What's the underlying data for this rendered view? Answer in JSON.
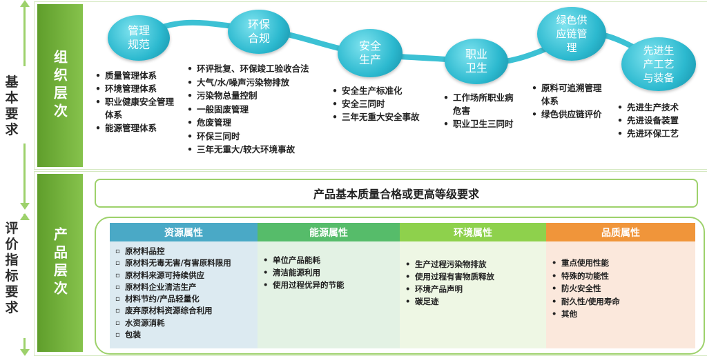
{
  "left_labels": {
    "basic": "基本要求",
    "evaluation": "评价指标要求"
  },
  "org_level": {
    "label": "组织层次",
    "bubbles": [
      {
        "text": "管理\n规范",
        "items": [
          "质量管理体系",
          "环境管理体系",
          "职业健康安全管理体系",
          "能源管理体系"
        ]
      },
      {
        "text": "环保\n合规",
        "items": [
          "环评批复、环保竣工验收合法",
          "大气/水/噪声污染物排放",
          "污染物总量控制",
          "一般固废管理",
          "危废管理",
          "环保三同时",
          "三年无重大/较大环境事故"
        ]
      },
      {
        "text": "安全\n生产",
        "items": [
          "安全生产标准化",
          "安全三同时",
          "三年无重大安全事故"
        ]
      },
      {
        "text": "职业\n卫生",
        "items": [
          "工作场所职业病危害",
          "职业卫生三同时"
        ]
      },
      {
        "text": "绿色供\n应链管\n理",
        "items": [
          "原料可追溯管理体系",
          "绿色供应链评价"
        ]
      },
      {
        "text": "先进生\n产工艺\n与装备",
        "items": [
          "先进生产技术",
          "先进设备装置",
          "先进环保工艺"
        ]
      }
    ]
  },
  "product_level": {
    "label": "产品层次",
    "quality_requirement": "产品基本质量合格或更高等级要求",
    "columns": [
      {
        "title": "资源属性",
        "head_color": "#4aa9c6",
        "body_color": "#dceaf1",
        "items": [
          "原材料品控",
          "原材料无毒无害/有害原料限用",
          "原材料来源可持续供应",
          "原材料企业清洁生产",
          "材料节约/产品轻量化",
          "废弃原材料资源综合利用",
          "水资源消耗",
          "包装"
        ]
      },
      {
        "title": "能源属性",
        "head_color": "#56bc6a",
        "body_color": "#e3f2e4",
        "items": [
          "单位产品能耗",
          "清洁能源利用",
          "使用过程优异的节能"
        ]
      },
      {
        "title": "环境属性",
        "head_color": "#8ed14c",
        "body_color": "#eef7e4",
        "items": [
          "生产过程污染物排放",
          "使用过程有害物质释放",
          "环境产品声明",
          "碳足迹"
        ]
      },
      {
        "title": "品质属性",
        "head_color": "#f0953a",
        "body_color": "#fbe8dc",
        "items": [
          "重点使用性能",
          "特殊的功能性",
          "防火安全性",
          "耐久性/使用寿命",
          "其他"
        ]
      }
    ]
  }
}
